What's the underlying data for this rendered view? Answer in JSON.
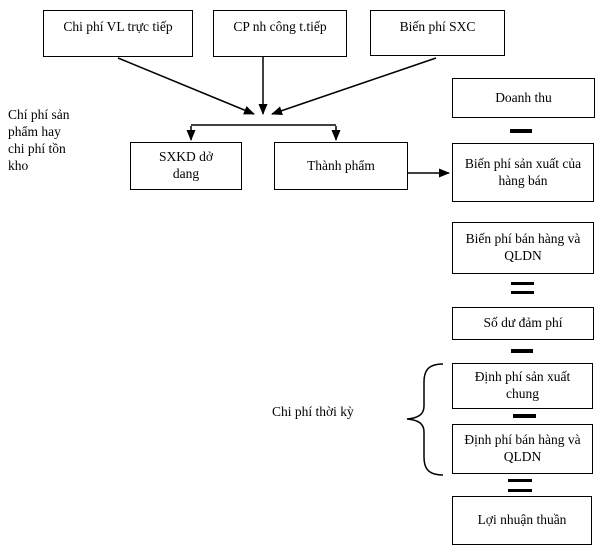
{
  "diagram": {
    "top_boxes": [
      {
        "label": "Chi phí VL trực tiếp"
      },
      {
        "label": "CP nh công t.tiếp"
      },
      {
        "label": "Biến phí SXC"
      }
    ],
    "product_boxes": [
      {
        "label": "SXKD dở dang"
      },
      {
        "label": "Thành phẩm"
      }
    ],
    "left_note": {
      "text": "Chí phí sản phẩm hay chi phí tồn kho",
      "lines": [
        "Chí phí sản",
        "phẩm hay",
        "chi phí tồn",
        "kho"
      ]
    },
    "period_label": "Chi phí thời kỳ",
    "right_column": [
      {
        "type": "box",
        "label": "Doanh thu"
      },
      {
        "type": "operator",
        "symbol": "−"
      },
      {
        "type": "box",
        "label": "Biến phí sản xuất của hàng bán"
      },
      {
        "type": "box",
        "label": "Biến phí bán hàng và QLDN"
      },
      {
        "type": "operator",
        "symbol": "="
      },
      {
        "type": "box",
        "label": "Số dư đảm phí"
      },
      {
        "type": "operator",
        "symbol": "−"
      },
      {
        "type": "box",
        "label": "Định phí sản xuất chung"
      },
      {
        "type": "operator",
        "symbol": "−"
      },
      {
        "type": "box",
        "label": "Định phí bán hàng và QLDN"
      },
      {
        "type": "operator",
        "symbol": "="
      },
      {
        "type": "box",
        "label": "Lợi nhuận thuần"
      }
    ],
    "colors": {
      "background": "#ffffff",
      "line": "#000000",
      "box_border": "#000000",
      "text": "#000000"
    }
  }
}
